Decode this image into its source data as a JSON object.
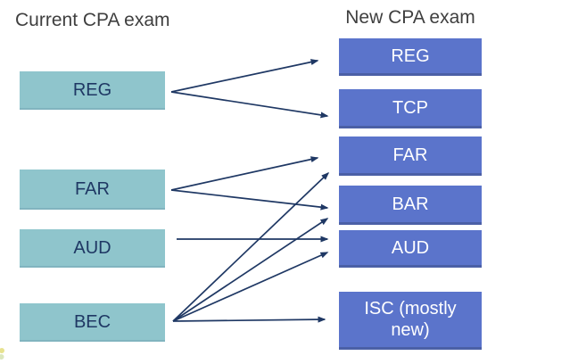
{
  "headers": {
    "left": "Current CPA exam",
    "right": "New CPA exam"
  },
  "colors": {
    "background": "#ffffff",
    "header_text": "#3f3f3f",
    "left_box_bg": "#8fc5cc",
    "left_box_text": "#1f3864",
    "right_box_bg": "#5b74cb",
    "right_box_edge": "#4b60a6",
    "right_box_text": "#ffffff",
    "arrow": "#1f3864",
    "corner_artifact": "#e0d96a"
  },
  "nodes": {
    "left": [
      {
        "id": "REG",
        "label": "REG"
      },
      {
        "id": "FAR",
        "label": "FAR"
      },
      {
        "id": "AUD",
        "label": "AUD"
      },
      {
        "id": "BEC",
        "label": "BEC"
      }
    ],
    "right": [
      {
        "id": "REG",
        "label": "REG"
      },
      {
        "id": "TCP",
        "label": "TCP"
      },
      {
        "id": "FAR",
        "label": "FAR"
      },
      {
        "id": "BAR",
        "label": "BAR"
      },
      {
        "id": "AUD",
        "label": "AUD"
      },
      {
        "id": "ISC",
        "label": "ISC (mostly new)"
      }
    ]
  },
  "edges": [
    {
      "from": "REG",
      "to": "REG"
    },
    {
      "from": "REG",
      "to": "TCP"
    },
    {
      "from": "FAR",
      "to": "FAR"
    },
    {
      "from": "FAR",
      "to": "BAR"
    },
    {
      "from": "AUD",
      "to": "AUD"
    },
    {
      "from": "BEC",
      "to": "FAR"
    },
    {
      "from": "BEC",
      "to": "BAR"
    },
    {
      "from": "BEC",
      "to": "AUD"
    },
    {
      "from": "BEC",
      "to": "ISC"
    }
  ]
}
